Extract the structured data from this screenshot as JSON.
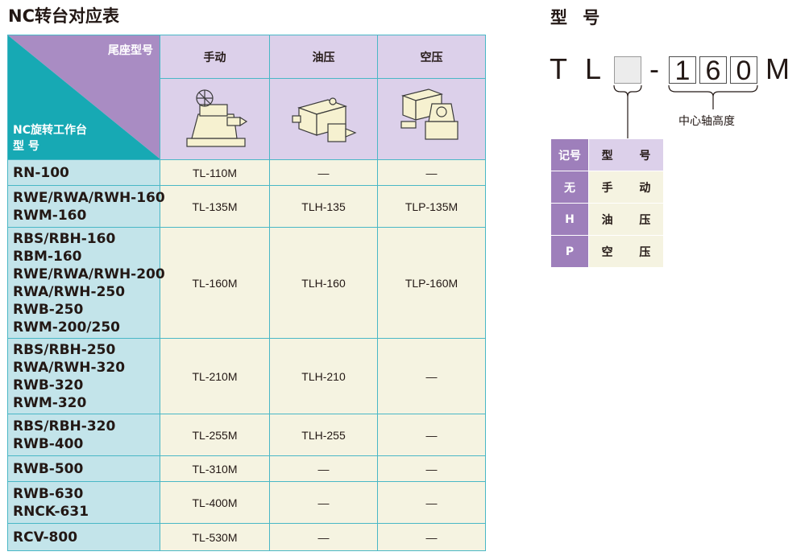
{
  "title": "NC转台对应表",
  "table": {
    "corner_top": "尾座型号",
    "corner_bottom": [
      "NC旋转工作台",
      "型  号"
    ],
    "columns": [
      "手动",
      "油压",
      "空压"
    ],
    "rows": [
      {
        "models": [
          "RN-100"
        ],
        "values": [
          "TL-110M",
          "—",
          "—"
        ]
      },
      {
        "models": [
          "RWE/RWA/RWH-160",
          "RWM-160"
        ],
        "values": [
          "TL-135M",
          "TLH-135",
          "TLP-135M"
        ]
      },
      {
        "models": [
          "RBS/RBH-160",
          "RBM-160",
          "RWE/RWA/RWH-200",
          "RWA/RWH-250",
          "RWB-250",
          "RWM-200/250"
        ],
        "values": [
          "TL-160M",
          "TLH-160",
          "TLP-160M"
        ]
      },
      {
        "models": [
          "RBS/RBH-250",
          "RWA/RWH-320",
          "RWB-320",
          "RWM-320"
        ],
        "values": [
          "TL-210M",
          "TLH-210",
          "—"
        ]
      },
      {
        "models": [
          "RBS/RBH-320",
          "RWB-400"
        ],
        "values": [
          "TL-255M",
          "TLH-255",
          "—"
        ]
      },
      {
        "models": [
          "RWB-500"
        ],
        "values": [
          "TL-310M",
          "—",
          "—"
        ]
      },
      {
        "models": [
          "RWB-630",
          "RNCK-631"
        ],
        "values": [
          "TL-400M",
          "—",
          "—"
        ]
      },
      {
        "models": [
          "RCV-800"
        ],
        "values": [
          "TL-530M",
          "—",
          "—"
        ]
      }
    ]
  },
  "model_code": {
    "title": "型 号",
    "prefix": [
      "T",
      "L"
    ],
    "dash": "-",
    "digits": [
      "1",
      "6",
      "0"
    ],
    "suffix": "M",
    "center_height_label": "中心轴高度"
  },
  "legend": {
    "header": {
      "key": "记号",
      "value": "型 号"
    },
    "rows": [
      {
        "key": "无",
        "value": "手 动"
      },
      {
        "key": "H",
        "value": "油 压"
      },
      {
        "key": "P",
        "value": "空 压"
      }
    ]
  },
  "colors": {
    "corner_purple": "#a98cc3",
    "corner_teal": "#17a9b4",
    "header_lavender": "#dcd0ea",
    "model_cell": "#c3e4ea",
    "value_cell": "#f5f3e1",
    "legend_key": "#9e7fbb"
  }
}
